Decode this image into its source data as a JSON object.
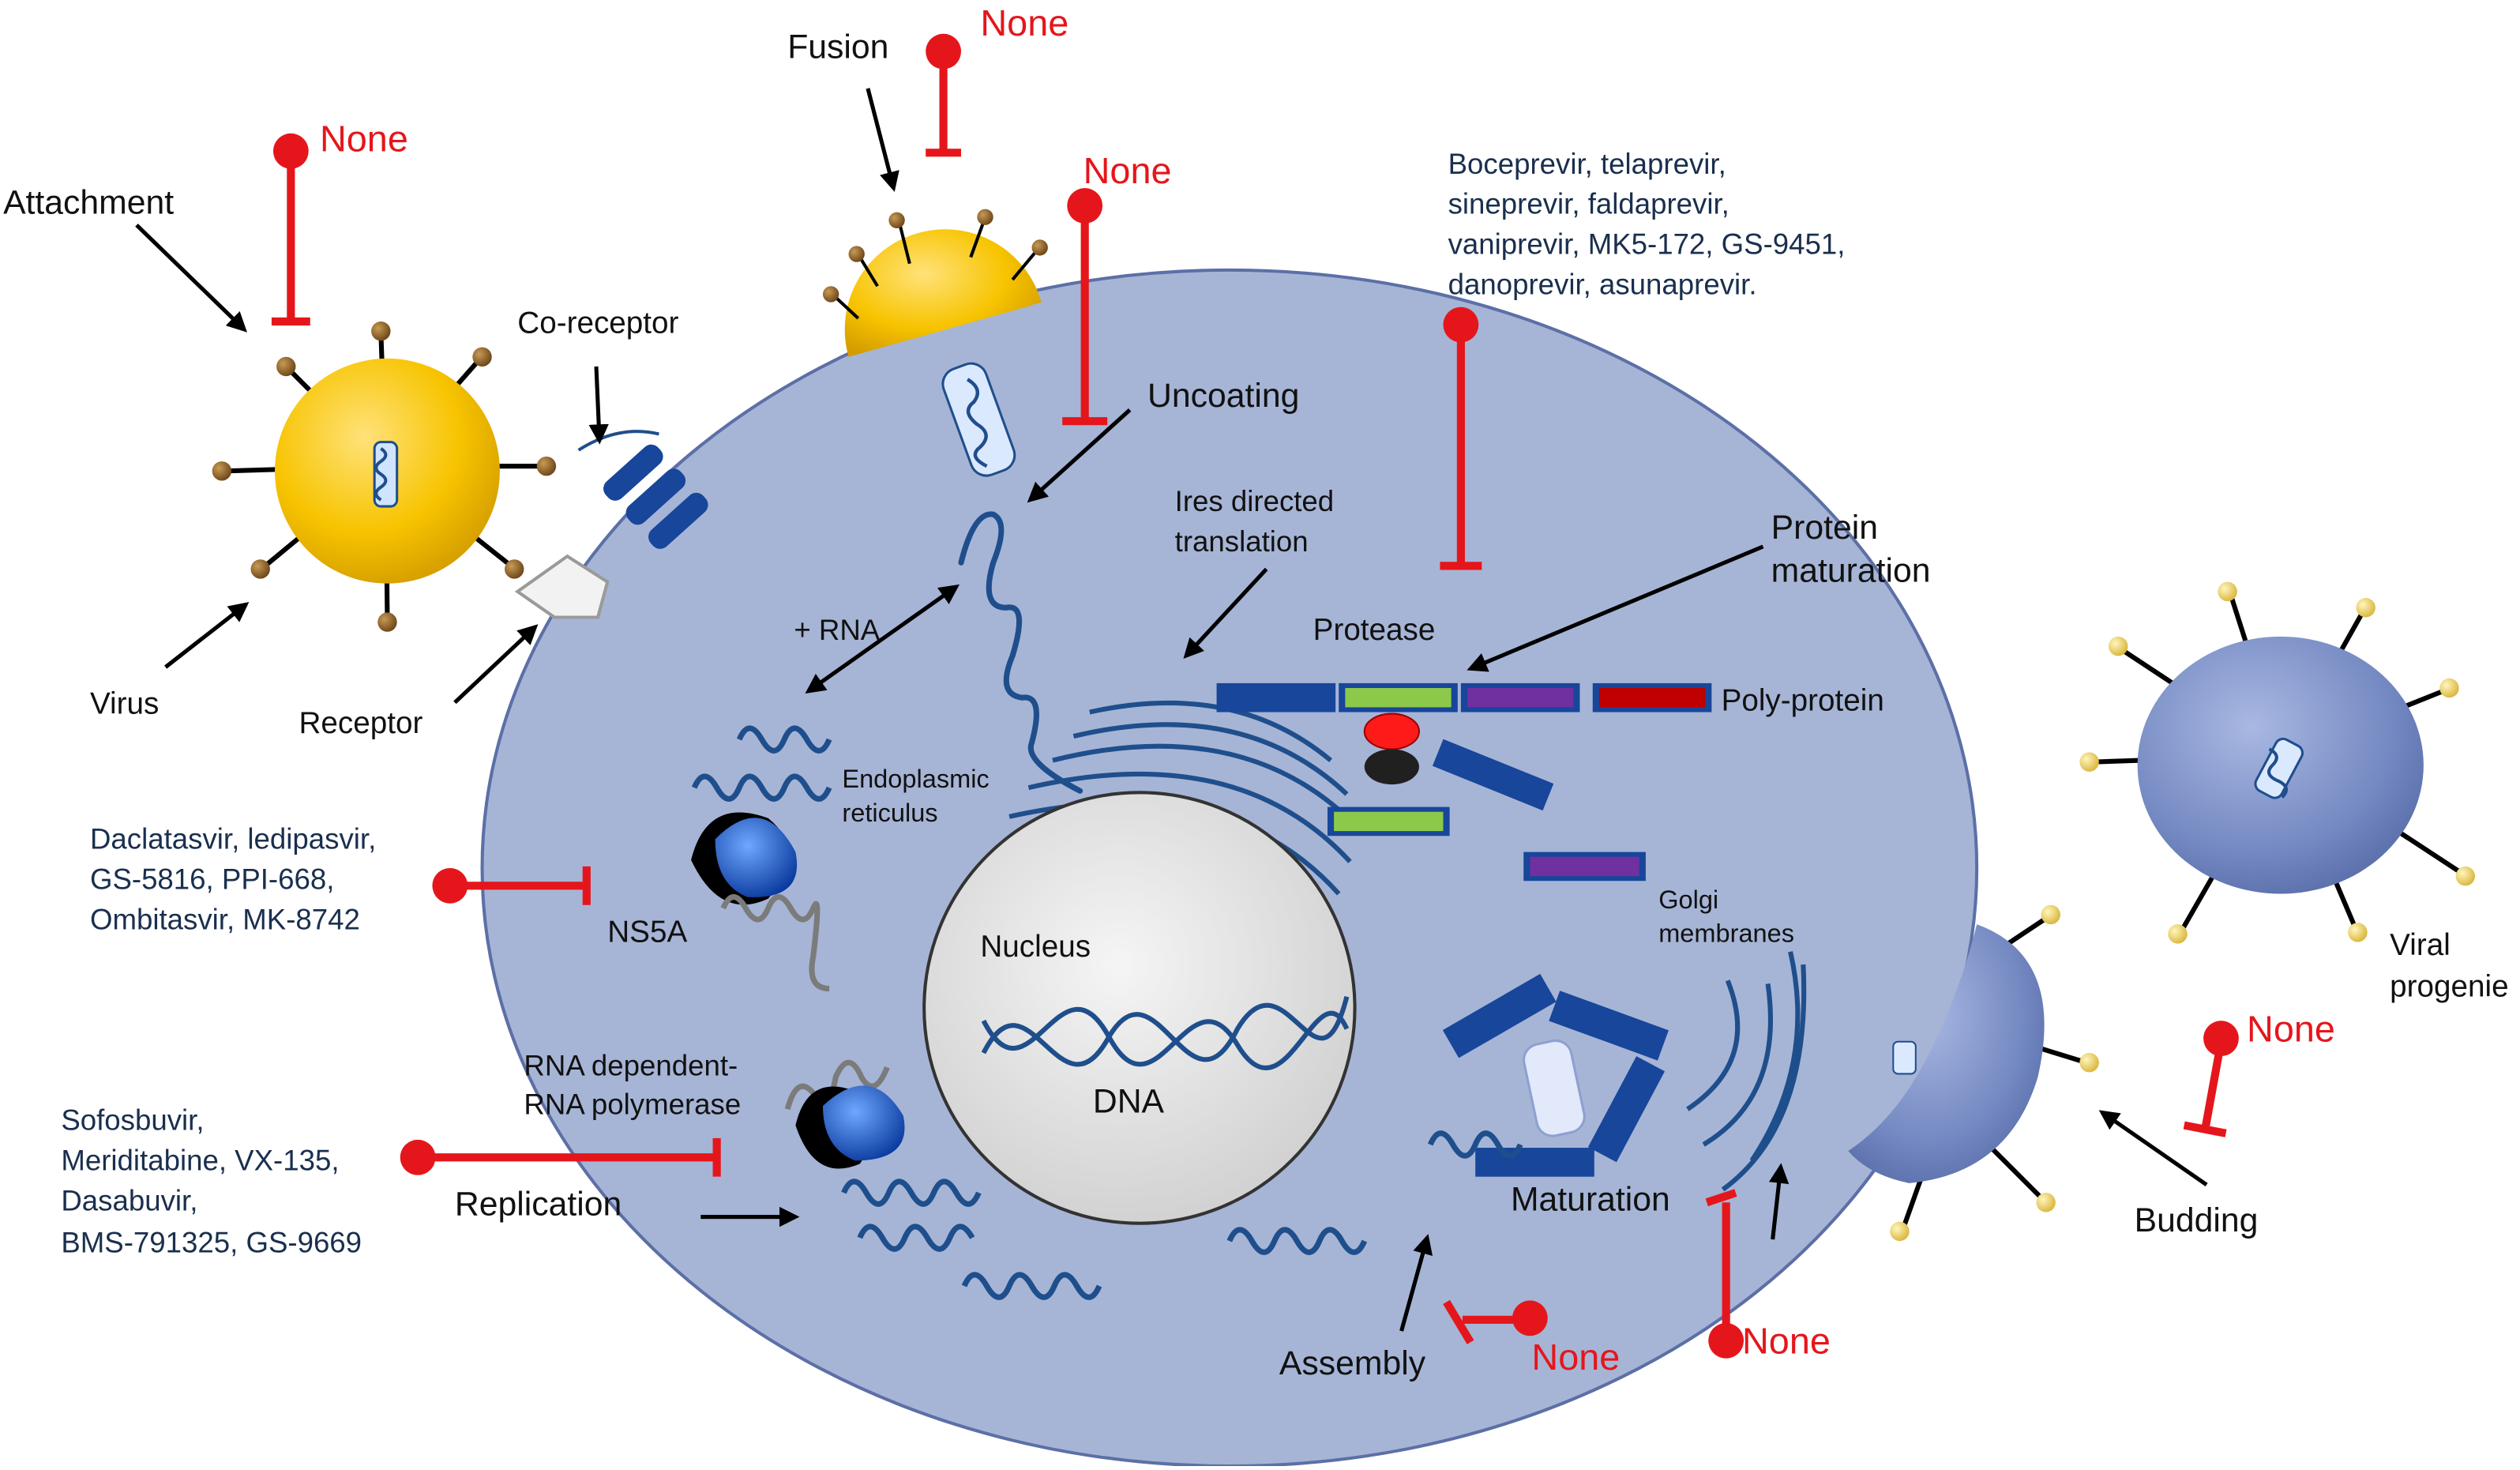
{
  "stages": {
    "attachment": "Attachment",
    "fusion": "Fusion",
    "uncoating": "Uncoating",
    "ires_line1": "Ires directed",
    "ires_line2": "translation",
    "protein_maturation_line1": "Protein",
    "protein_maturation_line2": "maturation",
    "protease": "Protease",
    "poly_protein": "Poly-protein",
    "plus_rna": "+ RNA",
    "virus": "Virus",
    "receptor": "Receptor",
    "co_receptor": "Co-receptor",
    "er_line1": "Endoplasmic",
    "er_line2": "reticulus",
    "ns5a": "NS5A",
    "nucleus": "Nucleus",
    "dna": "DNA",
    "rdrp_line1": "RNA dependent-",
    "rdrp_line2": "RNA polymerase",
    "replication": "Replication",
    "golgi_line1": "Golgi",
    "golgi_line2": "membranes",
    "maturation": "Maturation",
    "assembly": "Assembly",
    "budding": "Budding",
    "progeny_line1": "Viral",
    "progeny_line2": "progenie"
  },
  "inhibitors": {
    "none_label": "None",
    "protease_drugs": [
      "Boceprevir, telaprevir,",
      "sineprevir, faldaprevir,",
      "vaniprevir, MK5-172, GS-9451,",
      "danoprevir, asunaprevir."
    ],
    "ns5a_drugs": [
      "Daclatasvir, ledipasvir,",
      "GS-5816, PPI-668,",
      "Ombitasvir, MK-8742"
    ],
    "polymerase_drugs": [
      "Sofosbuvir,",
      "Meriditabine, VX-135,",
      "Dasabuvir,",
      "BMS-791325, GS-9669"
    ]
  },
  "colors": {
    "cell": "#a6b5d6",
    "virus": "#f7c400",
    "progeny": "#7f93c7",
    "inhibitor": "#e5161b",
    "protein_blue": "#17469a",
    "protein_green": "#8cc94b",
    "protein_purple": "#7030a0",
    "protein_red": "#c00000",
    "rna": "#1f4e8c"
  },
  "icons": {
    "inhibitor": "red-t-bar-inhibitor-icon",
    "arrow": "black-arrow-icon",
    "virus": "virus-particle-icon"
  }
}
